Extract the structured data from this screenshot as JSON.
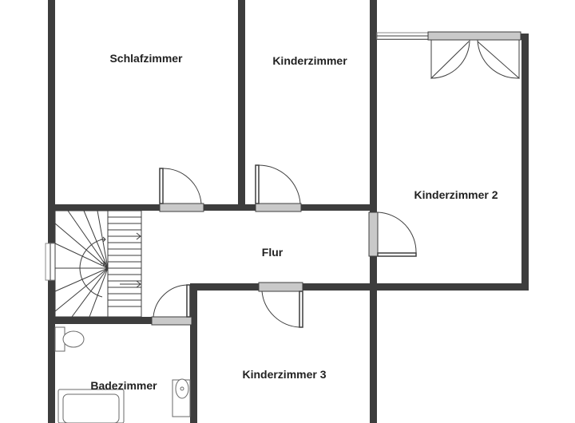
{
  "rooms": {
    "schlafzimmer": "Schlafzimmer",
    "kinderzimmer": "Kinderzimmer",
    "kinderzimmer2": "Kinderzimmer 2",
    "flur": "Flur",
    "kinderzimmer3": "Kinderzimmer 3",
    "badezimmer": "Badezimmer"
  },
  "colors": {
    "wall": "#3d3d3d",
    "opening": "#c9c9c9",
    "background": "#ffffff"
  }
}
